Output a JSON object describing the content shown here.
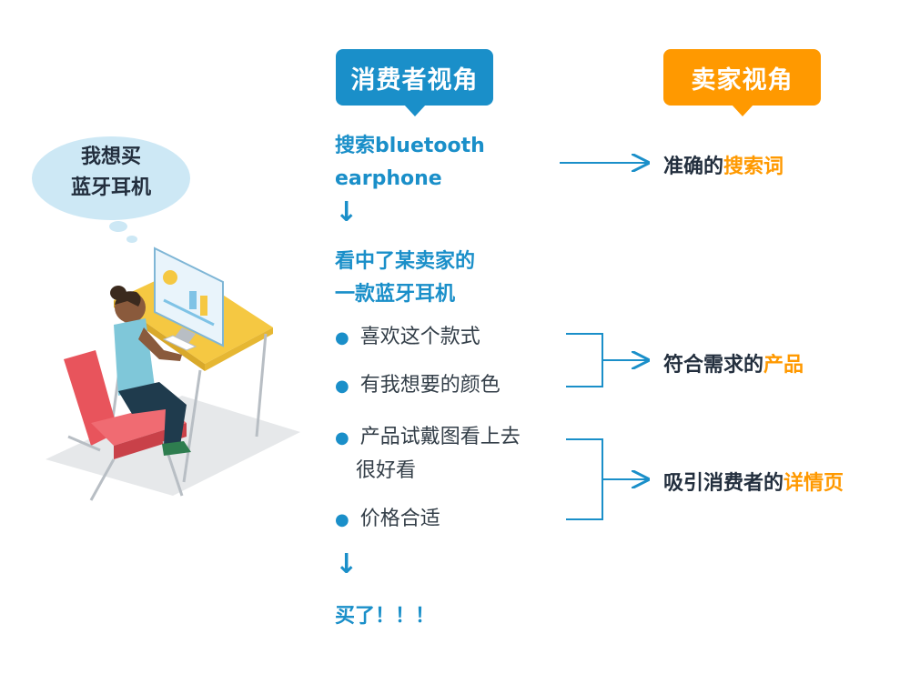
{
  "thought_bubble": {
    "line1": "我想买",
    "line2": "蓝牙耳机"
  },
  "consumer_header": "消费者视角",
  "seller_header": "卖家视角",
  "steps": {
    "search_line1": "搜索bluetooth",
    "search_line2": "earphone",
    "chosen_line1": "看中了某卖家的",
    "chosen_line2": "一款蓝牙耳机",
    "bought": "买了！！！"
  },
  "reasons": [
    {
      "text": "喜欢这个款式"
    },
    {
      "text": "有我想要的颜色"
    },
    {
      "text_line1": "产品试戴图看上去",
      "text_line2": "很好看"
    },
    {
      "text": "价格合适"
    }
  ],
  "results": [
    {
      "prefix": "准确的",
      "highlight": "搜索词"
    },
    {
      "prefix": "符合需求的",
      "highlight": "产品"
    },
    {
      "prefix": "吸引消费者的",
      "highlight": "详情页"
    }
  ],
  "colors": {
    "blue": "#1a8fc9",
    "orange": "#ff9900",
    "dark": "#232f3e"
  }
}
